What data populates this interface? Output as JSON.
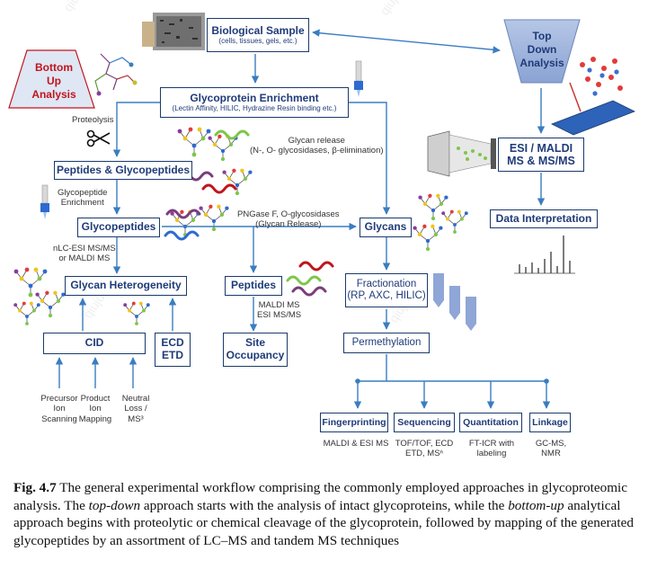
{
  "diagram": {
    "nodes": {
      "biological_sample": {
        "title": "Biological Sample",
        "sub": "(cells, tissues, gels, etc.)"
      },
      "top_down": {
        "lines": [
          "Top",
          "Down",
          "Analysis"
        ]
      },
      "bottom_up": {
        "lines": [
          "Bottom",
          "Up",
          "Analysis"
        ]
      },
      "glycoprotein_enrichment": {
        "title": "Glycoprotein Enrichment",
        "sub": "(Lectin Affinity, HILIC, Hydrazine Resin binding etc.)"
      },
      "esi_maldi": {
        "lines": [
          "ESI / MALDI",
          "MS & MS/MS"
        ]
      },
      "peptides_glycopeptides": {
        "title": "Peptides & Glycopeptides"
      },
      "data_interpretation": {
        "title": "Data Interpretation"
      },
      "glycopeptides": {
        "title": "Glycopeptides"
      },
      "glycans": {
        "title": "Glycans"
      },
      "glycan_heterogeneity": {
        "title": "Glycan Heterogeneity"
      },
      "peptides": {
        "title": "Peptides"
      },
      "fractionation": {
        "lines": [
          "Fractionation",
          "(RP, AXC, HILIC)"
        ]
      },
      "cid": {
        "title": "CID"
      },
      "ecd_etd": {
        "lines": [
          "ECD",
          "ETD"
        ]
      },
      "site_occupancy": {
        "lines": [
          "Site",
          "Occupancy"
        ]
      },
      "permethylation": {
        "title": "Permethylation"
      },
      "fingerprinting": {
        "title": "Fingerprinting"
      },
      "sequencing": {
        "title": "Sequencing"
      },
      "quantitation": {
        "title": "Quantitation"
      },
      "linkage": {
        "title": "Linkage"
      }
    },
    "edge_labels": {
      "proteolysis": "Proteolysis",
      "glycan_release": [
        "Glycan release",
        "(N-, O- glycosidases, β-elimination)"
      ],
      "glycopeptide_enrichment": [
        "Glycopeptide",
        "Enrichment"
      ],
      "pngase": [
        "PNGase F, O-glycosidases",
        "(Glycan Release)"
      ],
      "nlc_esi": [
        "nLC-ESI MS/MS",
        "or MALDI MS"
      ],
      "maldi_esi": [
        "MALDI MS",
        "ESI MS/MS"
      ],
      "cid_modes": [
        [
          "Precursor",
          "Ion",
          "Scanning"
        ],
        [
          "Product",
          "Ion",
          "Mapping"
        ],
        [
          "Neutral",
          "Loss /",
          "MS³"
        ]
      ],
      "methods": [
        "MALDI & ESI MS",
        "TOF/TOF, ECD",
        "ETD, MSⁿ",
        "FT-ICR with",
        "labeling",
        "GC-MS,",
        "NMR"
      ]
    },
    "watermark": "qiuju",
    "colors": {
      "box_border": "#1b3a6b",
      "box_text": "#1f3b78",
      "arrow": "#3a7dc0",
      "red_text": "#c0151d",
      "trapezoid_fill": "#9fb4da"
    }
  },
  "caption": {
    "fig_label": "Fig. 4.7",
    "parts": [
      {
        "t": " The general experimental workflow comprising the commonly employed approaches in glycoproteomic analysis. The ",
        "i": false
      },
      {
        "t": "top-down",
        "i": true
      },
      {
        "t": " approach starts with the analysis of intact glycoproteins, while the ",
        "i": false
      },
      {
        "t": "bottom-up",
        "i": true
      },
      {
        "t": " analytical approach begins with proteolytic or chemical cleavage of the glycoprotein, followed by mapping of the generated glycopeptides by an assortment of LC–MS and tandem MS techniques",
        "i": false
      }
    ]
  }
}
